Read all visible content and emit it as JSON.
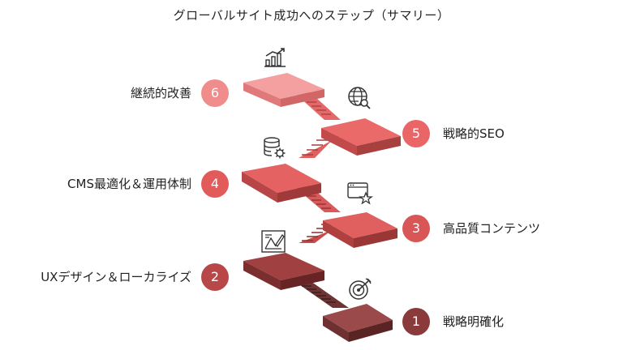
{
  "title": "グローバルサイト成功へのステップ（サマリー）",
  "steps": [
    {
      "number": "1",
      "label": "戦略明確化",
      "icon": "target-icon",
      "color": "#8a3a3a"
    },
    {
      "number": "2",
      "label": "UXデザイン＆ローカライズ",
      "icon": "design-blueprint-icon",
      "color": "#b84848"
    },
    {
      "number": "3",
      "label": "高品質コンテンツ",
      "icon": "browser-star-icon",
      "color": "#d95656"
    },
    {
      "number": "4",
      "label": "CMS最適化＆運用体制",
      "icon": "database-gear-icon",
      "color": "#e25a5a"
    },
    {
      "number": "5",
      "label": "戦略的SEO",
      "icon": "globe-search-icon",
      "color": "#ea6565"
    },
    {
      "number": "6",
      "label": "継続的改善",
      "icon": "growth-chart-icon",
      "color": "#f08c8c"
    }
  ]
}
